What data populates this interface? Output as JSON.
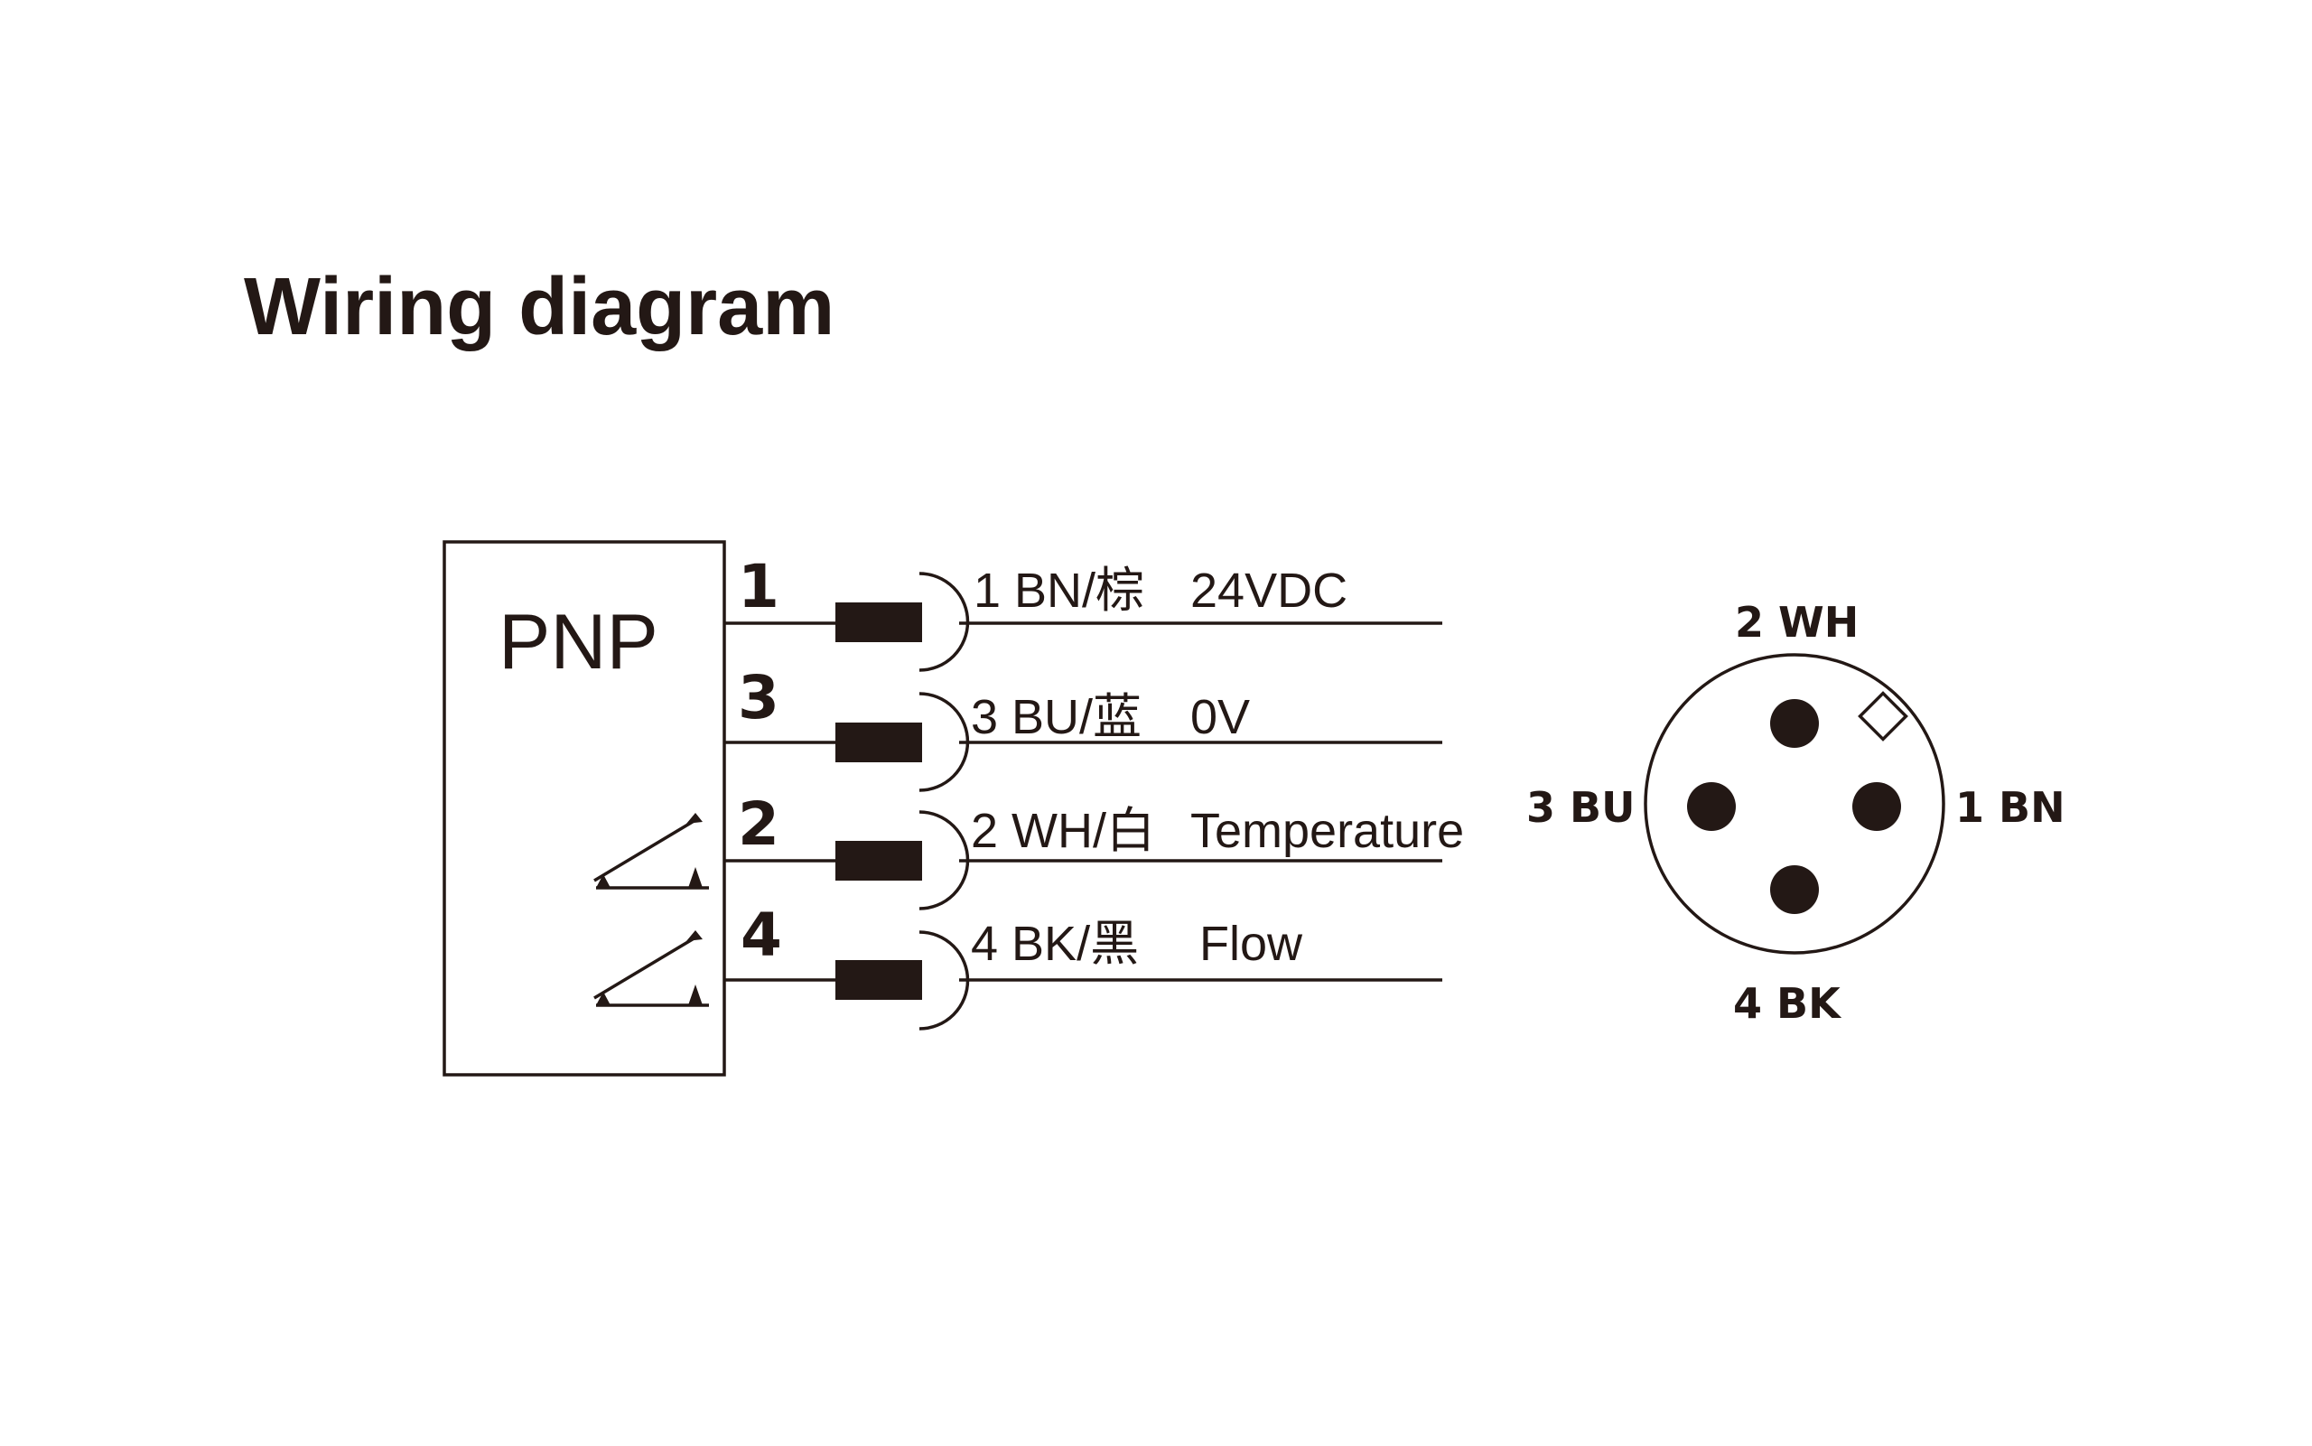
{
  "title": "Wiring diagram",
  "device": {
    "label": "PNP"
  },
  "wires": [
    {
      "pin": "1",
      "label": "1 BN/棕",
      "signal": "24VDC"
    },
    {
      "pin": "3",
      "label": "3 BU/蓝",
      "signal": "0V"
    },
    {
      "pin": "2",
      "label": "2 WH/白",
      "signal": "Temperature",
      "switch_icon": "switch-contact-icon"
    },
    {
      "pin": "4",
      "label": "4 BK/黑",
      "signal": "Flow",
      "switch_icon": "switch-contact-icon"
    }
  ],
  "connector": {
    "icon": "m12-connector-face-icon",
    "pins": {
      "top": "2 WH",
      "left": "3 BU",
      "right": "1 BN",
      "bottom": "4 BK"
    }
  },
  "colors": {
    "ink": "#231815",
    "background": "#ffffff"
  }
}
